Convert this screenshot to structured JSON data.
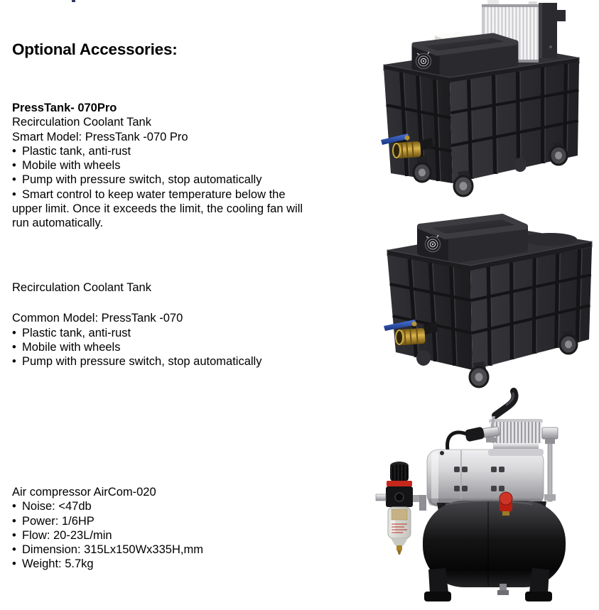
{
  "document": {
    "heading": "Optional Accessories:"
  },
  "glyphs": {
    "bullet": "•"
  },
  "sections": [
    {
      "title": "PressTank- 070Pro",
      "subtitle": "Recirculation Coolant Tank",
      "model": "Smart Model: PressTank -070 Pro",
      "bullets": [
        "Plastic tank, anti-rust",
        "Mobile with wheels",
        "Pump with pressure switch, stop automatically",
        "Smart control to keep water temperature below the upper limit. Once it exceeds the limit, the cooling fan will run automatically."
      ]
    },
    {
      "subtitle": "Recirculation Coolant Tank",
      "model": "Common Model: PressTank -070",
      "bullets": [
        "Plastic tank, anti-rust",
        "Mobile with wheels",
        "Pump with pressure switch, stop automatically"
      ]
    },
    {
      "title": "Air compressor AirCom-020",
      "bullets": [
        "Noise: <47db",
        "Power: 1/6HP",
        "Flow: 20-23L/min",
        "Dimension: 315Lx150Wx335H,mm",
        "Weight: 5.7kg"
      ]
    }
  ],
  "figures": [
    {
      "name": "smart-coolant-tank-render"
    },
    {
      "name": "common-coolant-tank-render"
    },
    {
      "name": "air-compressor-render"
    }
  ],
  "colors": {
    "text": "#000000",
    "tank_plastic": "#232327",
    "radiator_silver": "#d9d9dc",
    "valve_brass": "#c9a93f",
    "valve_handle_blue": "#2a52b8",
    "compressor_motor_silver": "#c6c6ca",
    "compressor_tank_black": "#141415",
    "regulator_red": "#c5271c"
  }
}
